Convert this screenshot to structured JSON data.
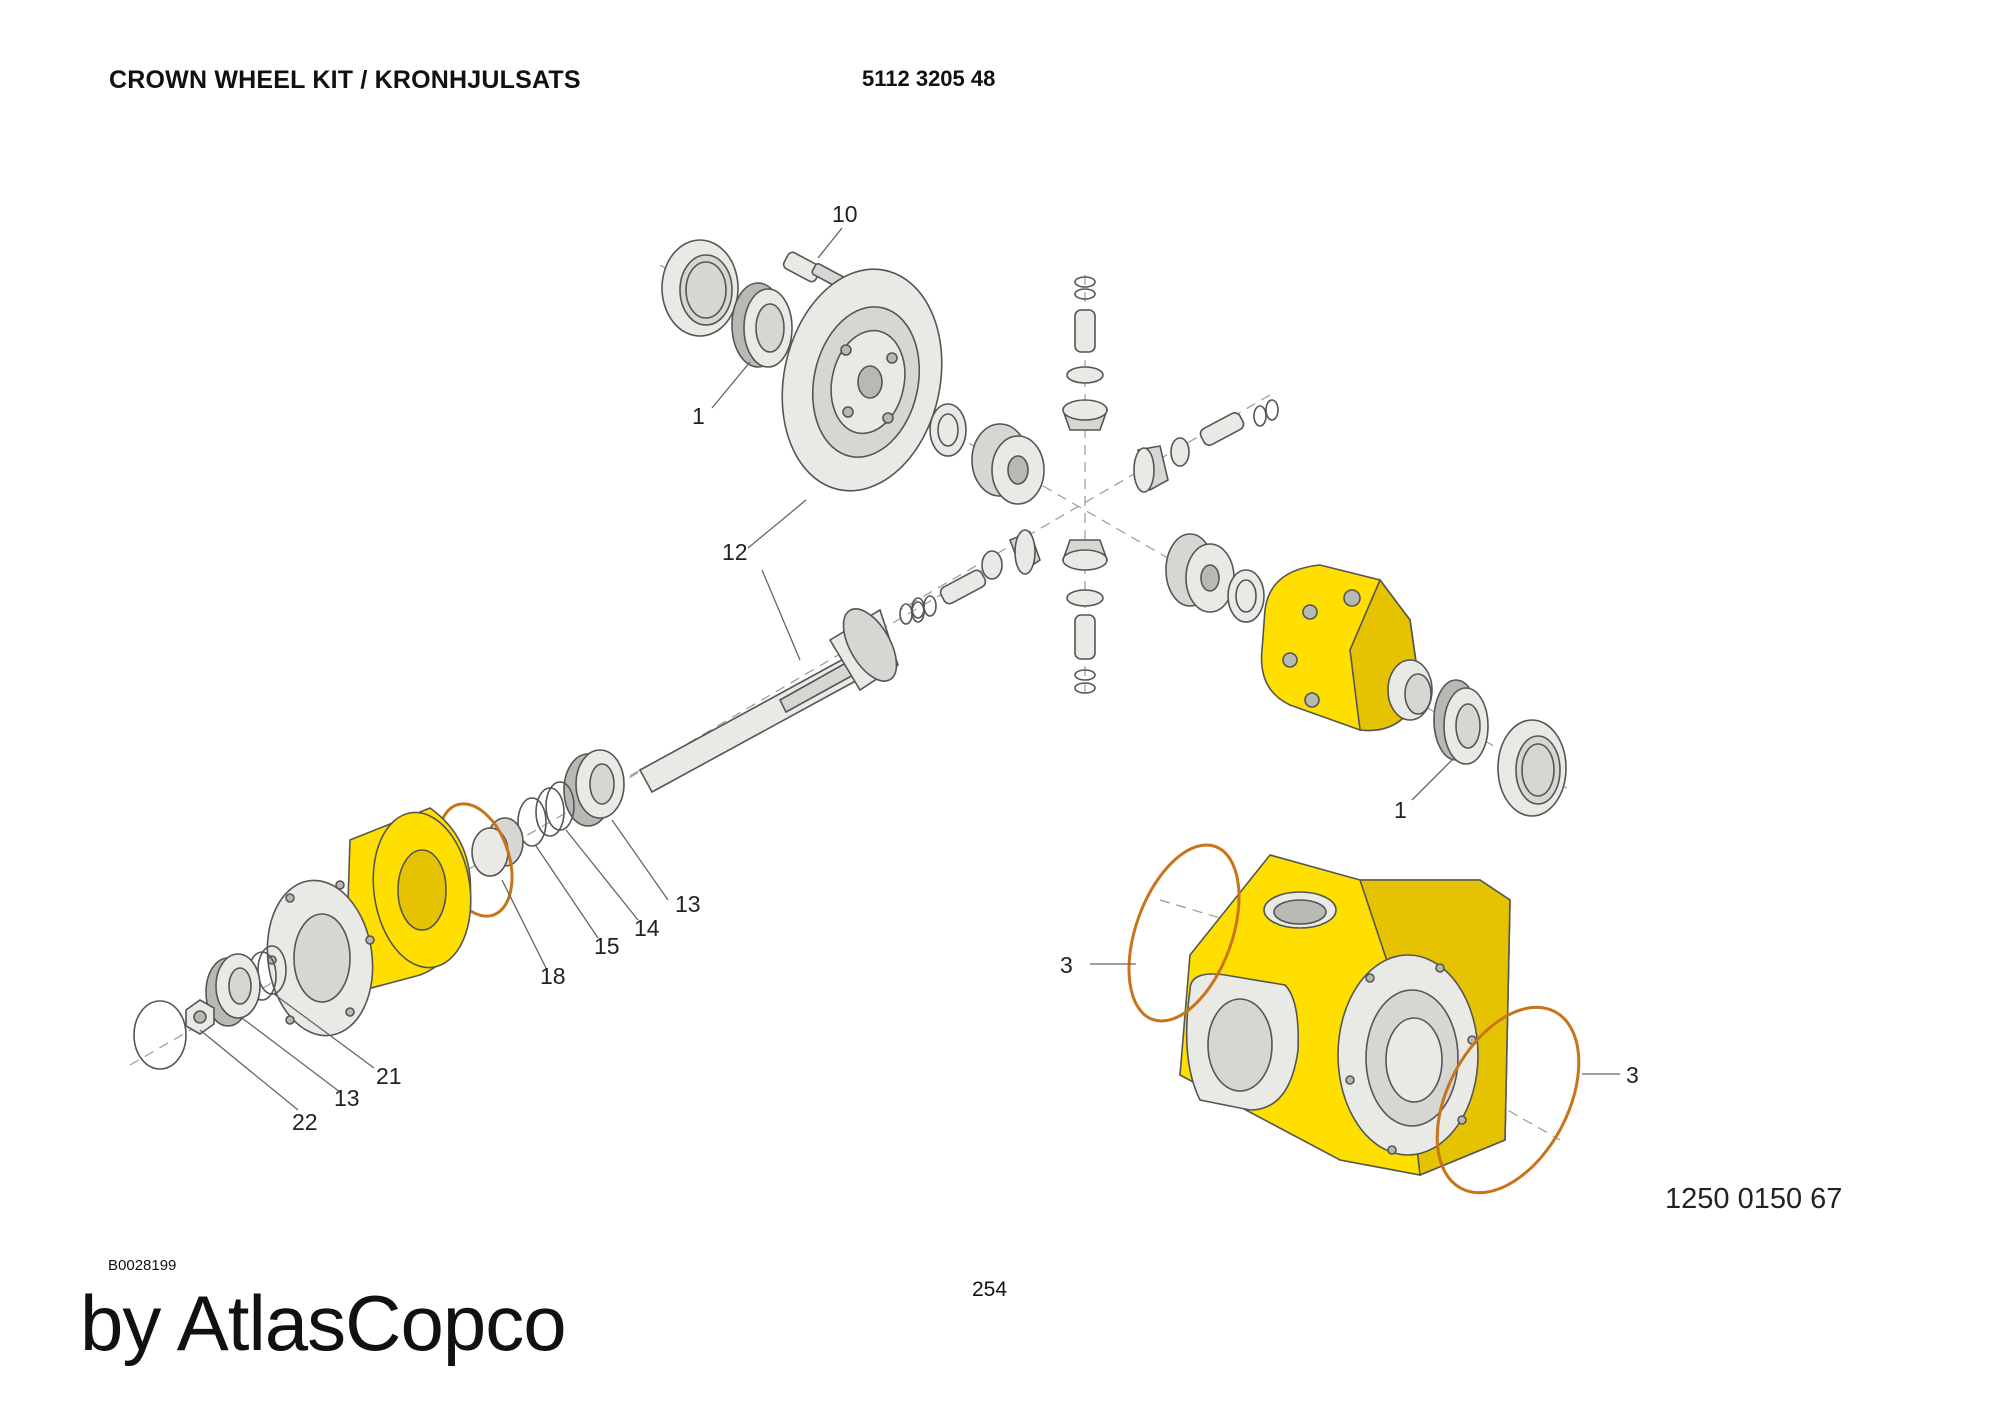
{
  "header": {
    "title": "CROWN WHEEL KIT / KRONHJULSATS",
    "part_number": "5112 3205 48"
  },
  "callouts": {
    "c10": "10",
    "c1a": "1",
    "c12": "12",
    "c1b": "1",
    "c13a": "13",
    "c14": "14",
    "c15": "15",
    "c18": "18",
    "c21": "21",
    "c13b": "13",
    "c22": "22",
    "c3a": "3",
    "c3b": "3"
  },
  "figure_number": "1250 0150 67",
  "footer": {
    "ref_code": "B0028199",
    "page_number": "254",
    "brand": "by AtlasCopco"
  },
  "colors": {
    "housing": "#ffdf00",
    "o_ring": "#c8741a",
    "metal": "#e9e9e6"
  }
}
